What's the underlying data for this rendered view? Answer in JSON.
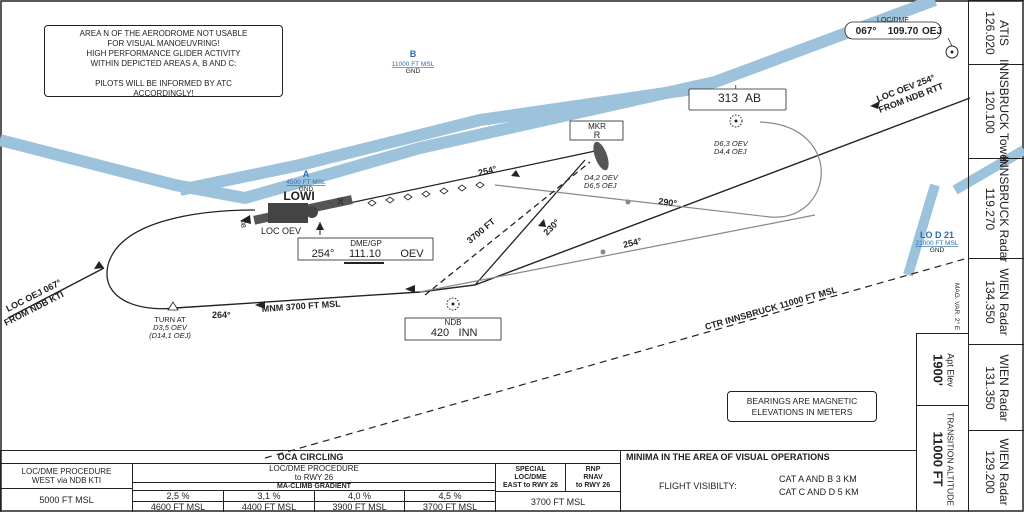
{
  "notes": {
    "area_n_note": [
      "AREA N OF THE AERODROME NOT USABLE",
      "FOR VISUAL MANOEUVRING!",
      "HIGH PERFORMANCE GLIDER ACTIVITY",
      "WITHIN DEPICTED AREAS A, B AND C:",
      "",
      "PILOTS WILL BE INFORMED BY ATC",
      "ACCORDINGLY!"
    ],
    "bearings_note": [
      "BEARINGS ARE MAGNETIC",
      "ELEVATIONS IN METERS"
    ]
  },
  "areas": {
    "a": {
      "name": "A",
      "limit": "4500 FT MSL",
      "base": "GND"
    },
    "b": {
      "name": "B",
      "limit": "11000 FT MSL",
      "base": "GND"
    },
    "lo_d21": {
      "name": "LO D 21",
      "limit": "21000 FT MSL",
      "base": "GND"
    }
  },
  "aerodrome": {
    "name": "LOWI",
    "rwy_08": "08",
    "rwy_26": "26",
    "loc_label": "LOC OEV"
  },
  "navaids": {
    "dme_gp": {
      "label": "DME/GP",
      "bearing": "254°",
      "freq": "111.10",
      "ident": "OEV"
    },
    "loc_dme_oej": {
      "label": "LOC/DME",
      "bearing": "067°",
      "freq": "109.70",
      "ident": "OEJ"
    },
    "l_ab": {
      "type": "L",
      "freq": "313",
      "ident": "AB",
      "dist1": "D6,3 OEV",
      "dist2": "D4,4 OEJ"
    },
    "mkr_r": {
      "type": "MKR",
      "ident": "R",
      "dist1": "D4,2 OEV",
      "dist2": "D6,5 OEJ"
    },
    "ndb_inn": {
      "type": "NDB",
      "freq": "420",
      "ident": "INN"
    }
  },
  "route_labels": {
    "loc_oej": "LOC OEJ 067°",
    "from_kti": "FROM NDB KTI",
    "loc_oev": "LOC OEV 254°",
    "from_rtt": "FROM NDB RTT",
    "turn_at": "TURN AT",
    "turn_d1": "D3,5 OEV",
    "turn_d2": "(D14,1 OEJ)",
    "mnm": "MNM 3700 FT MSL",
    "ft3700": "3700 FT",
    "ctr": "CTR INNSBRUCK 11000 FT MSL",
    "mag_var": "MAG. VAR. 2° E",
    "b254_top": "254°",
    "b290": "290°",
    "b254_low": "254°",
    "b230": "230°",
    "b264": "264°"
  },
  "frequencies": [
    {
      "name": "ATIS",
      "freq": "126.020"
    },
    {
      "name": "INNSBRUCK Tower",
      "freq": "120.100"
    },
    {
      "name": "INNSBRUCK Radar",
      "freq": "119.270"
    },
    {
      "name": "WIEN Radar",
      "freq": "134.350"
    },
    {
      "name": "WIEN Radar",
      "freq": "131.350"
    },
    {
      "name": "WIEN Radar",
      "freq": "129.200"
    }
  ],
  "apt_elev": {
    "label": "Apt Elev",
    "value": "1900'"
  },
  "transition": {
    "label": "TRANSITION ALTITUDE",
    "value": "11000 FT"
  },
  "oca": {
    "title": "OCA CIRCLING",
    "col1_header": [
      "LOC/DME PROCEDURE",
      "WEST via NDB KTI"
    ],
    "col2_header": [
      "LOC/DME PROCEDURE",
      "to RWY 26"
    ],
    "ma_header": "MA-CLIMB GRADIENT",
    "gradients": [
      "2,5 %",
      "3,1 %",
      "4,0 %",
      "4,5 %"
    ],
    "col1_value": "5000 FT MSL",
    "gradient_values": [
      "4600 FT MSL",
      "4400 FT MSL",
      "3900 FT MSL",
      "3700 FT MSL"
    ],
    "special_header": [
      "SPECIAL",
      "LOC/DME",
      "EAST to RWY 26"
    ],
    "rnp_header": [
      "RNP",
      "RNAV",
      "to RWY 26"
    ],
    "special_value": "3700 FT MSL"
  },
  "minima": {
    "title": "MINIMA IN THE AREA OF VISUAL OPERATIONS",
    "label": "FLIGHT VISIBILTY:",
    "cat_ab": "CAT A AND B 3 KM",
    "cat_cd": "CAT C AND D 5 KM"
  }
}
